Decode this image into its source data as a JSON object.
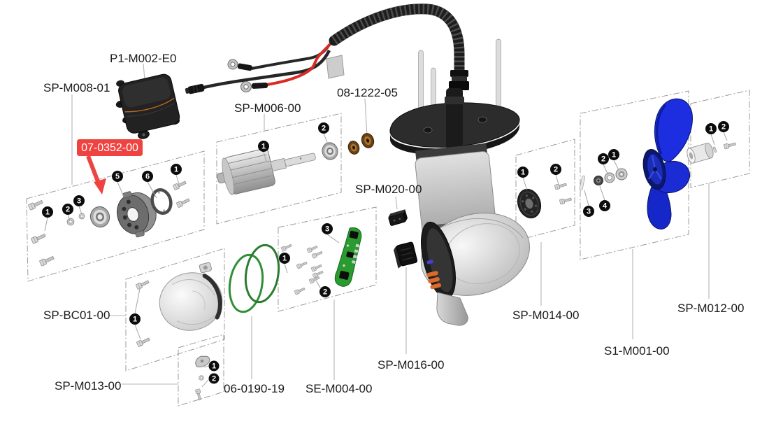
{
  "diagram": {
    "type": "exploded-parts-diagram",
    "subject": "electric-outboard-motor",
    "labels": {
      "p1": "P1-M002-E0",
      "sp_m008": "SP-M008-01",
      "sp_m006": "SP-M006-00",
      "n08_1222": "08-1222-05",
      "sp_m020": "SP-M020-00",
      "sp_bc01": "SP-BC01-00",
      "sp_m013": "SP-M013-00",
      "n06_0190": "06-0190-19",
      "se_m004": "SE-M004-00",
      "sp_m016": "SP-M016-00",
      "sp_m014": "SP-M014-00",
      "s1_m001": "S1-M001-00",
      "sp_m012": "SP-M012-00"
    },
    "highlight": {
      "part_number": "07-0352-00",
      "background": "#ee4340",
      "text_color": "#ffffff"
    },
    "callouts": {
      "n1": "1",
      "n2": "2",
      "n3": "3",
      "n4": "4",
      "n5": "5",
      "n6": "6"
    },
    "colors": {
      "label_text": "#1a1a1a",
      "leader_line": "#b4b4b4",
      "group_box_stroke": "#9b9b9b",
      "callout_bg": "#0c0c0c",
      "callout_fg": "#ffffff",
      "highlight_red": "#ee4340",
      "propeller_blue": "#1c2ee0",
      "propeller_dark_blue": "#0c1770",
      "oring_green": "#2f8f36",
      "pcb_green": "#2a9b2f",
      "brass_washer": "#a9752f",
      "coil_orange": "#dd6a28",
      "cable_red": "#d92b25"
    }
  }
}
